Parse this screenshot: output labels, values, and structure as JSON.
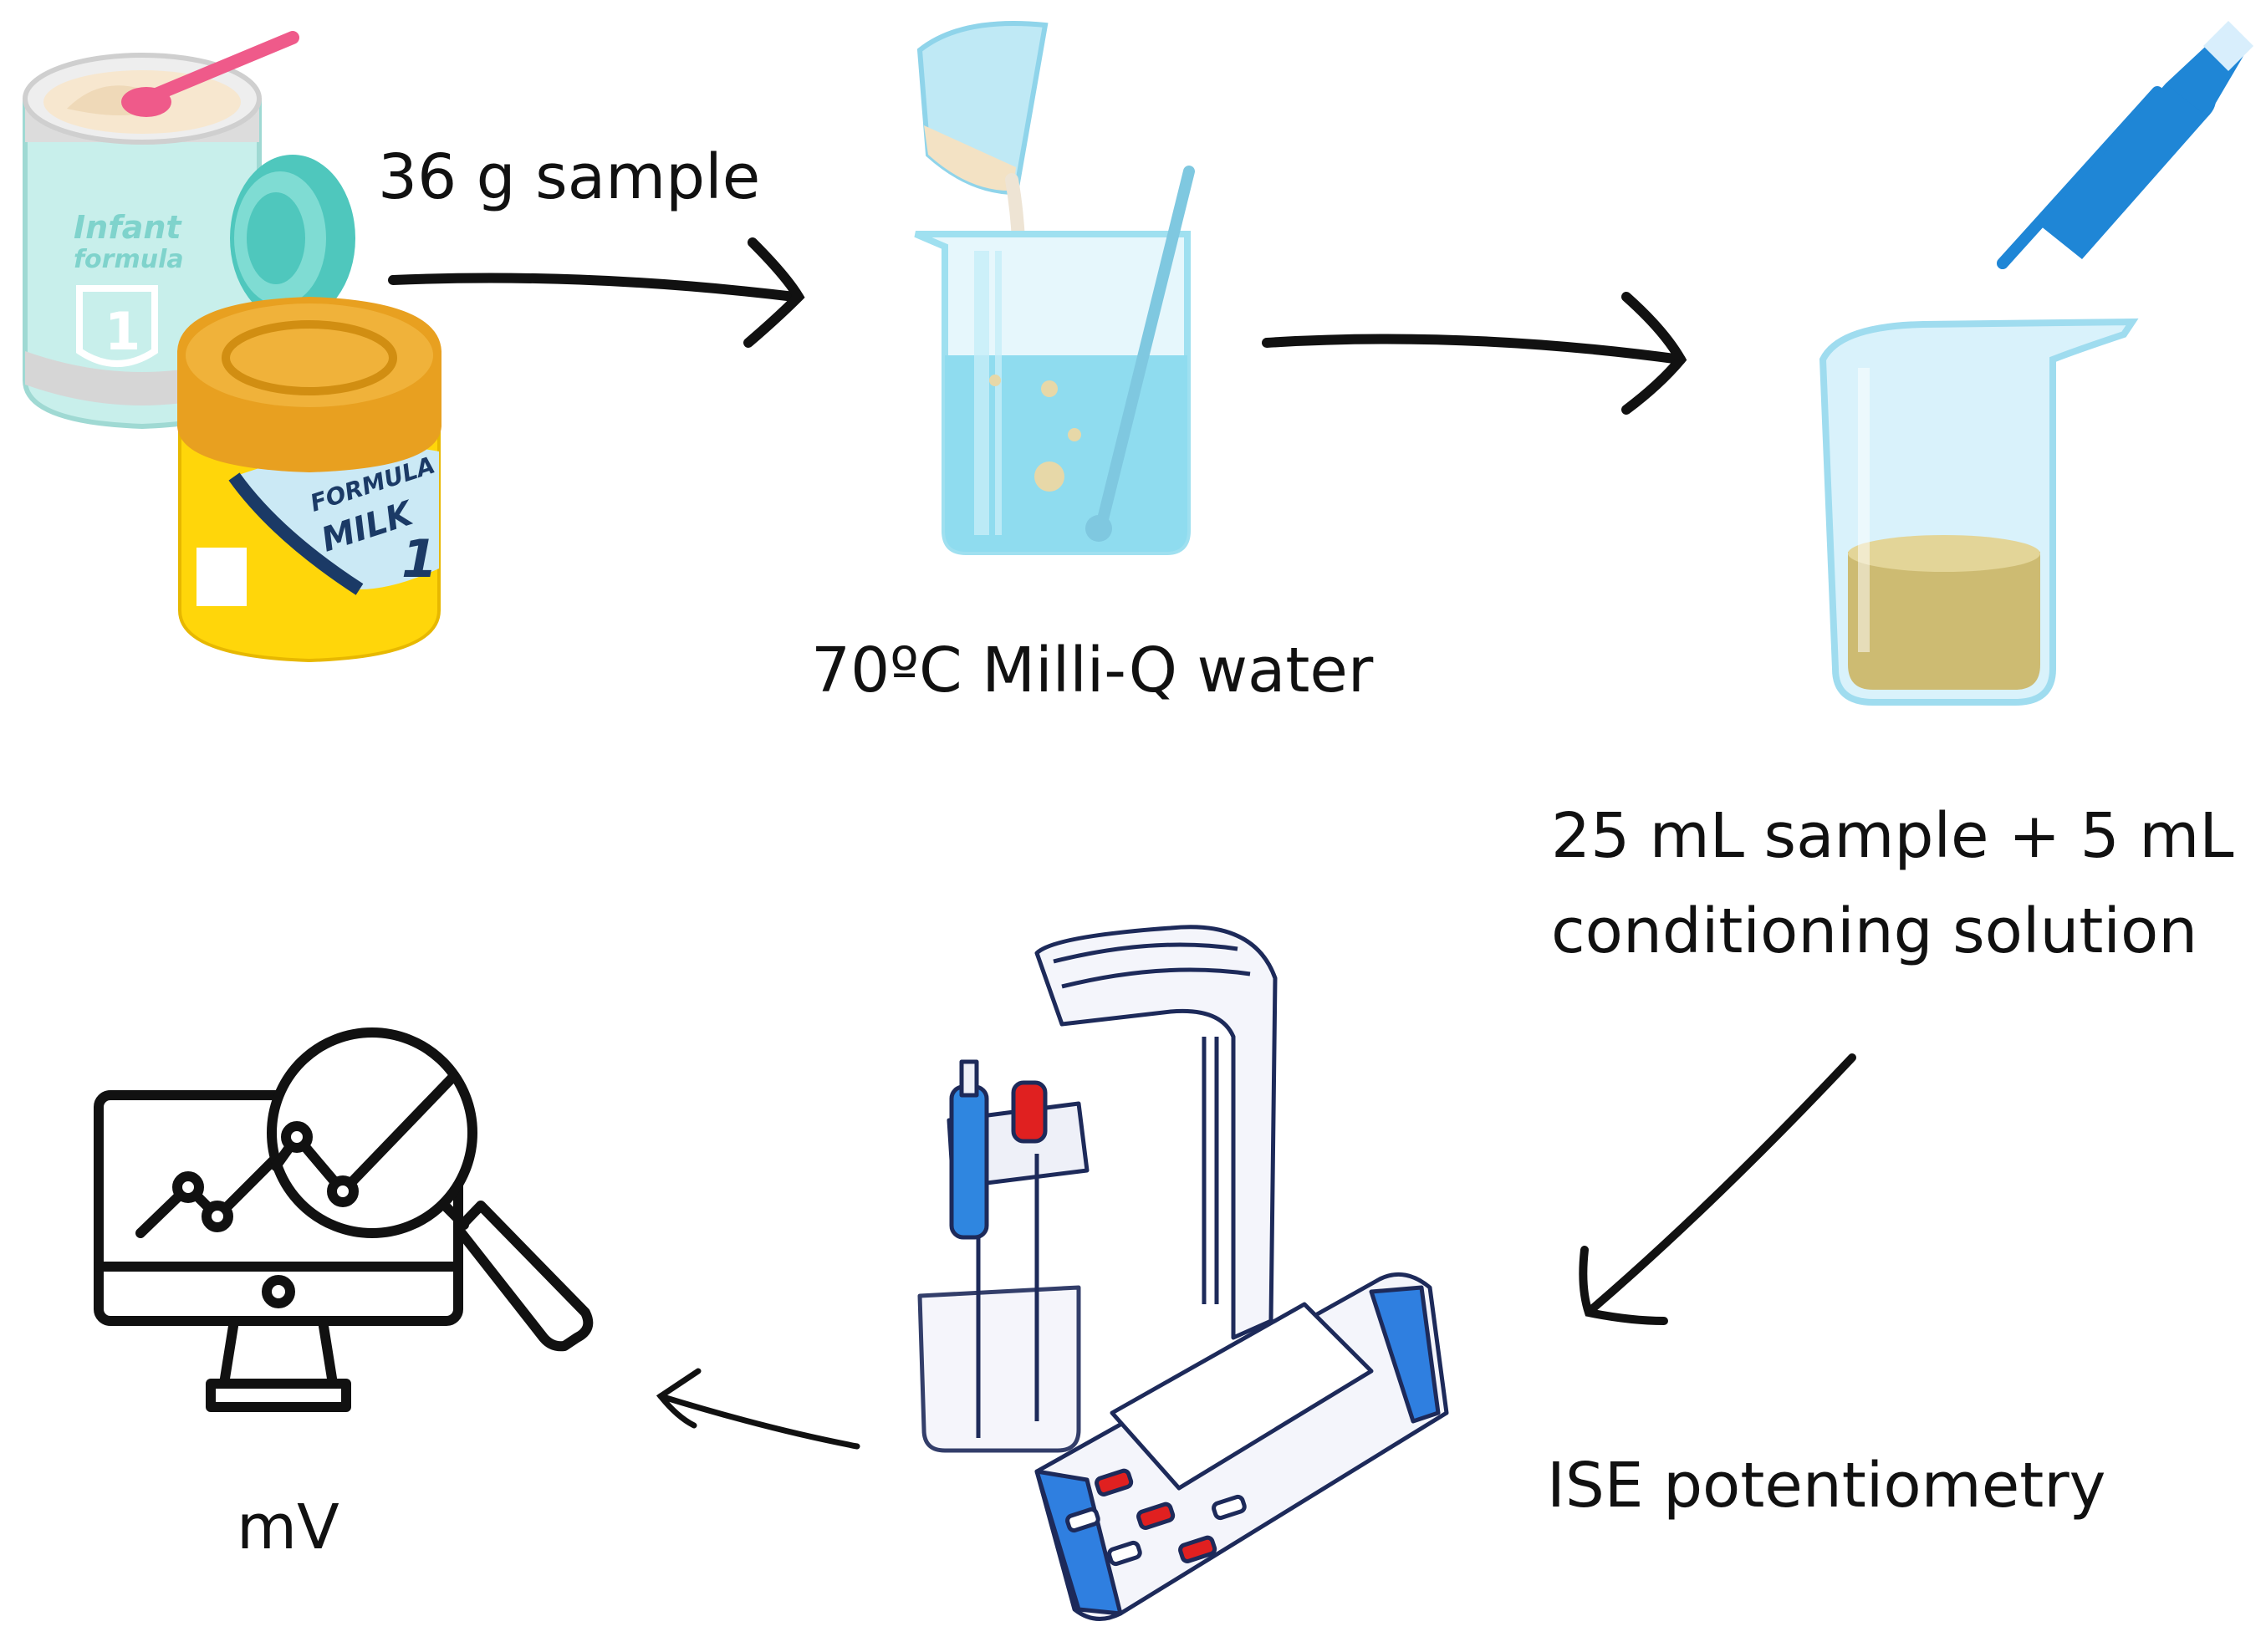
{
  "labels": {
    "sample_mass": "36 g sample",
    "water": "70ºC Milli-Q water",
    "mix_line1": "25 mL sample + 5 mL",
    "mix_line2": "conditioning solution",
    "method": "ISE potentiometry",
    "readout": "mV"
  },
  "cans": {
    "can1_text_line1": "Infant",
    "can1_text_line2": "formula",
    "can1_number": "1",
    "can2_text_line1": "FORMULA",
    "can2_text_line2": "MILK",
    "can2_number": "1"
  },
  "colors": {
    "can1_body": "#bfece8",
    "can1_lid": "#5ccfc5",
    "can2_body": "#ffd60a",
    "can2_lid": "#e8a020",
    "spoon": "#ef5a8a",
    "beaker_water": "#8fdcef",
    "pipette": "#1f86d6",
    "sample_liquid": "#cdbb72",
    "meter_accent": "#2f7fe0",
    "button_red": "#e02020",
    "electrode_blue": "#2f86e0",
    "outline": "#111111"
  },
  "icons": {
    "cans": "formula-cans-icon",
    "beaker": "water-beaker-icon",
    "pipette": "pipette-icon",
    "sample_beaker": "sample-beaker-icon",
    "meter": "ise-meter-icon",
    "monitor": "monitor-analysis-icon"
  }
}
